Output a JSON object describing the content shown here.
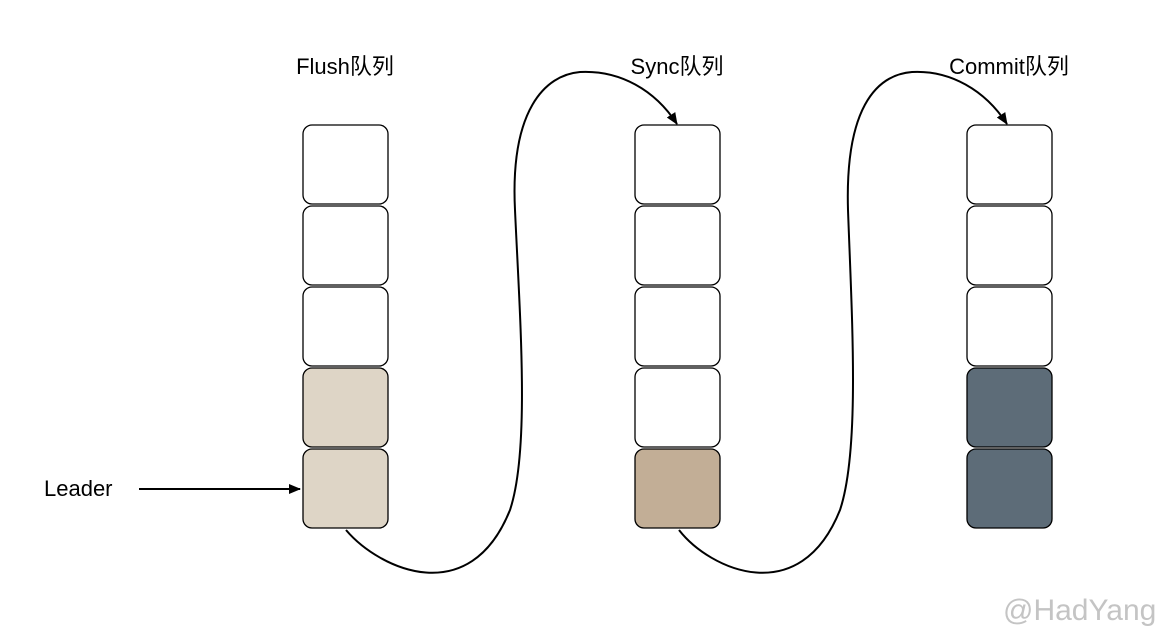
{
  "queues": [
    {
      "title": "Flush队列",
      "slot_colors": [
        "#ffffff",
        "#ffffff",
        "#ffffff",
        "#ded5c6",
        "#ded5c6"
      ]
    },
    {
      "title": "Sync队列",
      "slot_colors": [
        "#ffffff",
        "#ffffff",
        "#ffffff",
        "#ffffff",
        "#c2ae96"
      ]
    },
    {
      "title": "Commit队列",
      "slot_colors": [
        "#ffffff",
        "#ffffff",
        "#ffffff",
        "#5d6c78",
        "#5d6c78"
      ]
    }
  ],
  "leader": {
    "label": "Leader"
  },
  "watermark": "@HadYang",
  "colors": {
    "stroke": "#000000",
    "watermark": "#c4c4c4"
  }
}
